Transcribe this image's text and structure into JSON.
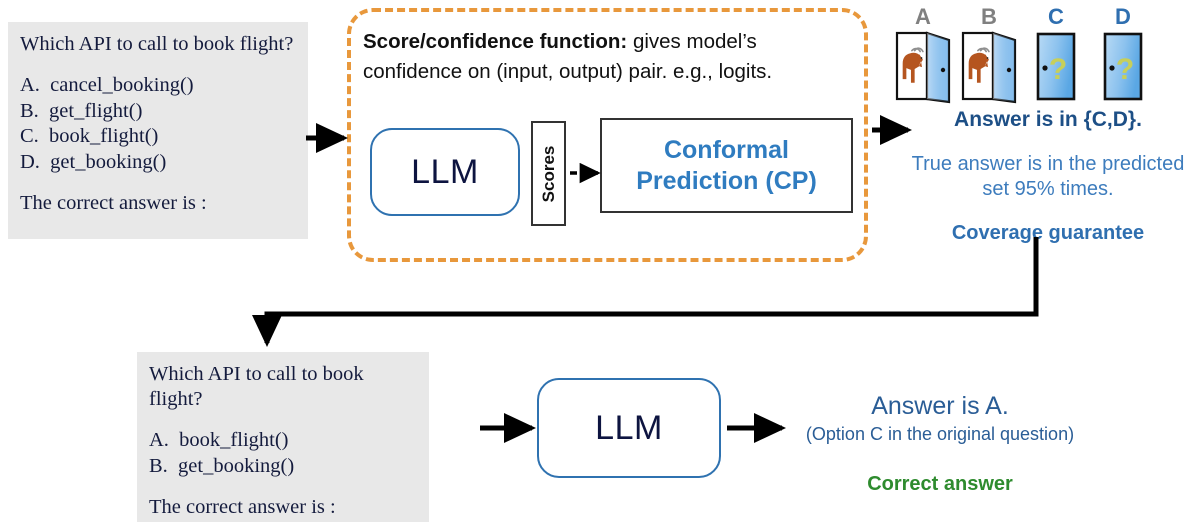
{
  "prompt_top": {
    "question": "Which API to call to book flight?",
    "options": [
      "A.  cancel_booking()",
      "B.  get_flight()",
      "C.  book_flight()",
      "D.  get_booking()"
    ],
    "tail": "The correct answer is :"
  },
  "prompt_bottom": {
    "question": "Which API to call to book flight?",
    "options": [
      "A.  book_flight()",
      "B.  get_booking()"
    ],
    "tail": "The correct answer is :"
  },
  "cp_panel": {
    "caption_bold": "Score/confidence function:",
    "caption_rest": " gives model’s confidence on (input, output) pair. e.g., logits.",
    "llm_label": "LLM",
    "scores_label": "Scores",
    "cp_label_line1": "Conformal",
    "cp_label_line2": "Prediction (CP)"
  },
  "doors": [
    {
      "letter": "A",
      "state": "open",
      "content": "goat",
      "letter_color": "#808080"
    },
    {
      "letter": "B",
      "state": "open",
      "content": "goat",
      "letter_color": "#808080"
    },
    {
      "letter": "C",
      "state": "closed",
      "content": "question-mark",
      "letter_color": "#2f6fb0"
    },
    {
      "letter": "D",
      "state": "closed",
      "content": "question-mark",
      "letter_color": "#2f6fb0"
    }
  ],
  "conclusion_top": {
    "answer_set": "Answer is in {C,D}.",
    "description": "True answer is in the predicted set 95% times.",
    "label": "Coverage guarantee"
  },
  "bottom": {
    "llm_label": "LLM",
    "answer": "Answer is A.",
    "note": "(Option C in the original question)",
    "correct": "Correct answer"
  },
  "colors": {
    "panel_dashed": "#e8983c",
    "llm_border": "#2f72b0",
    "cp_text": "#2f7cc0",
    "accent_blue": "#2f6fb0",
    "dark_blue": "#1d4f86",
    "green": "#2e8b2e",
    "prompt_bg": "#e8e8e8",
    "prompt_text": "#141b3d",
    "door_blue": "#9dccf0",
    "goat_brown": "#b5551f"
  }
}
